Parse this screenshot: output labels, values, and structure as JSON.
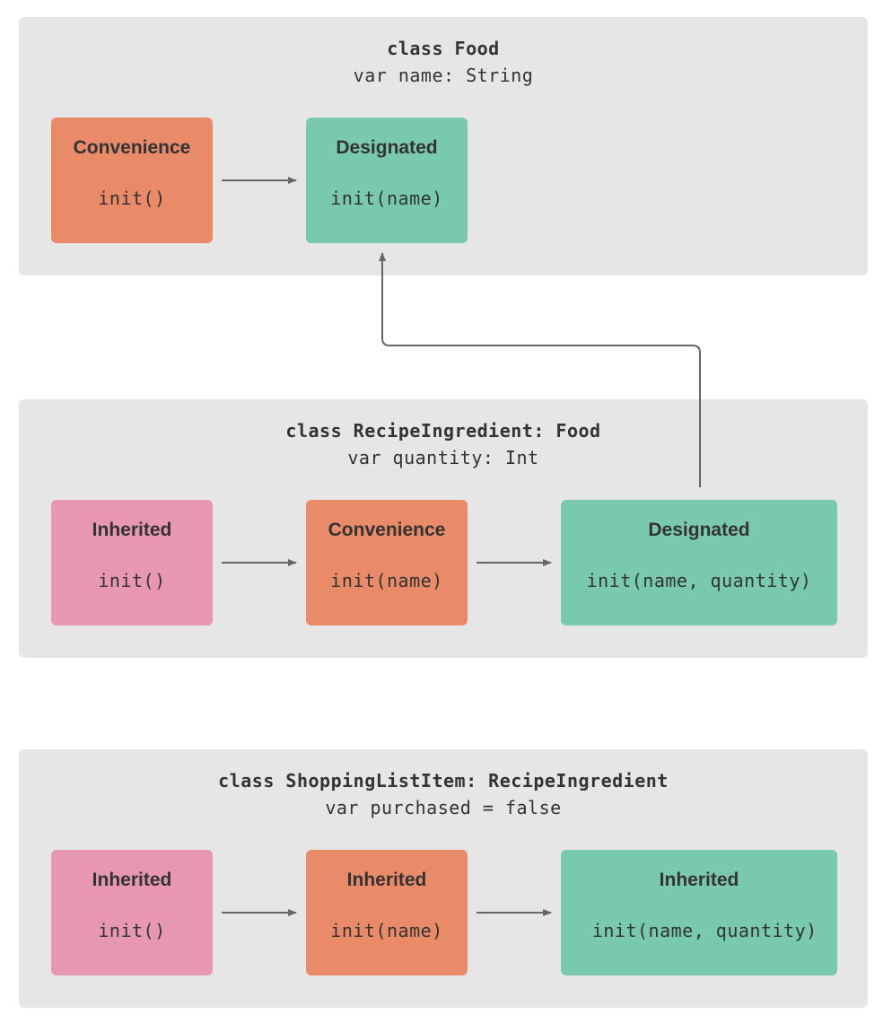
{
  "colors": {
    "panel": "#e6e6e6",
    "convenience": "#e98a68",
    "designated": "#79c8b0",
    "inherited_pink": "#e897b3",
    "arrow": "#666666",
    "text": "#333333"
  },
  "food": {
    "title": "class Food",
    "property": "var name: String",
    "boxes": [
      {
        "kind": "Convenience",
        "signature": "init()"
      },
      {
        "kind": "Designated",
        "signature": "init(name)"
      }
    ]
  },
  "recipe": {
    "title": "class RecipeIngredient: Food",
    "property": "var quantity: Int",
    "boxes": [
      {
        "kind": "Inherited",
        "signature": "init()"
      },
      {
        "kind": "Convenience",
        "signature": "init(name)"
      },
      {
        "kind": "Designated",
        "signature": "init(name, quantity)"
      }
    ]
  },
  "shopping": {
    "title": "class ShoppingListItem: RecipeIngredient",
    "property": "var purchased = false",
    "boxes": [
      {
        "kind": "Inherited",
        "signature": "init()"
      },
      {
        "kind": "Inherited",
        "signature": "init(name)"
      },
      {
        "kind": "Inherited",
        "signature": " init(name, quantity)"
      }
    ]
  }
}
